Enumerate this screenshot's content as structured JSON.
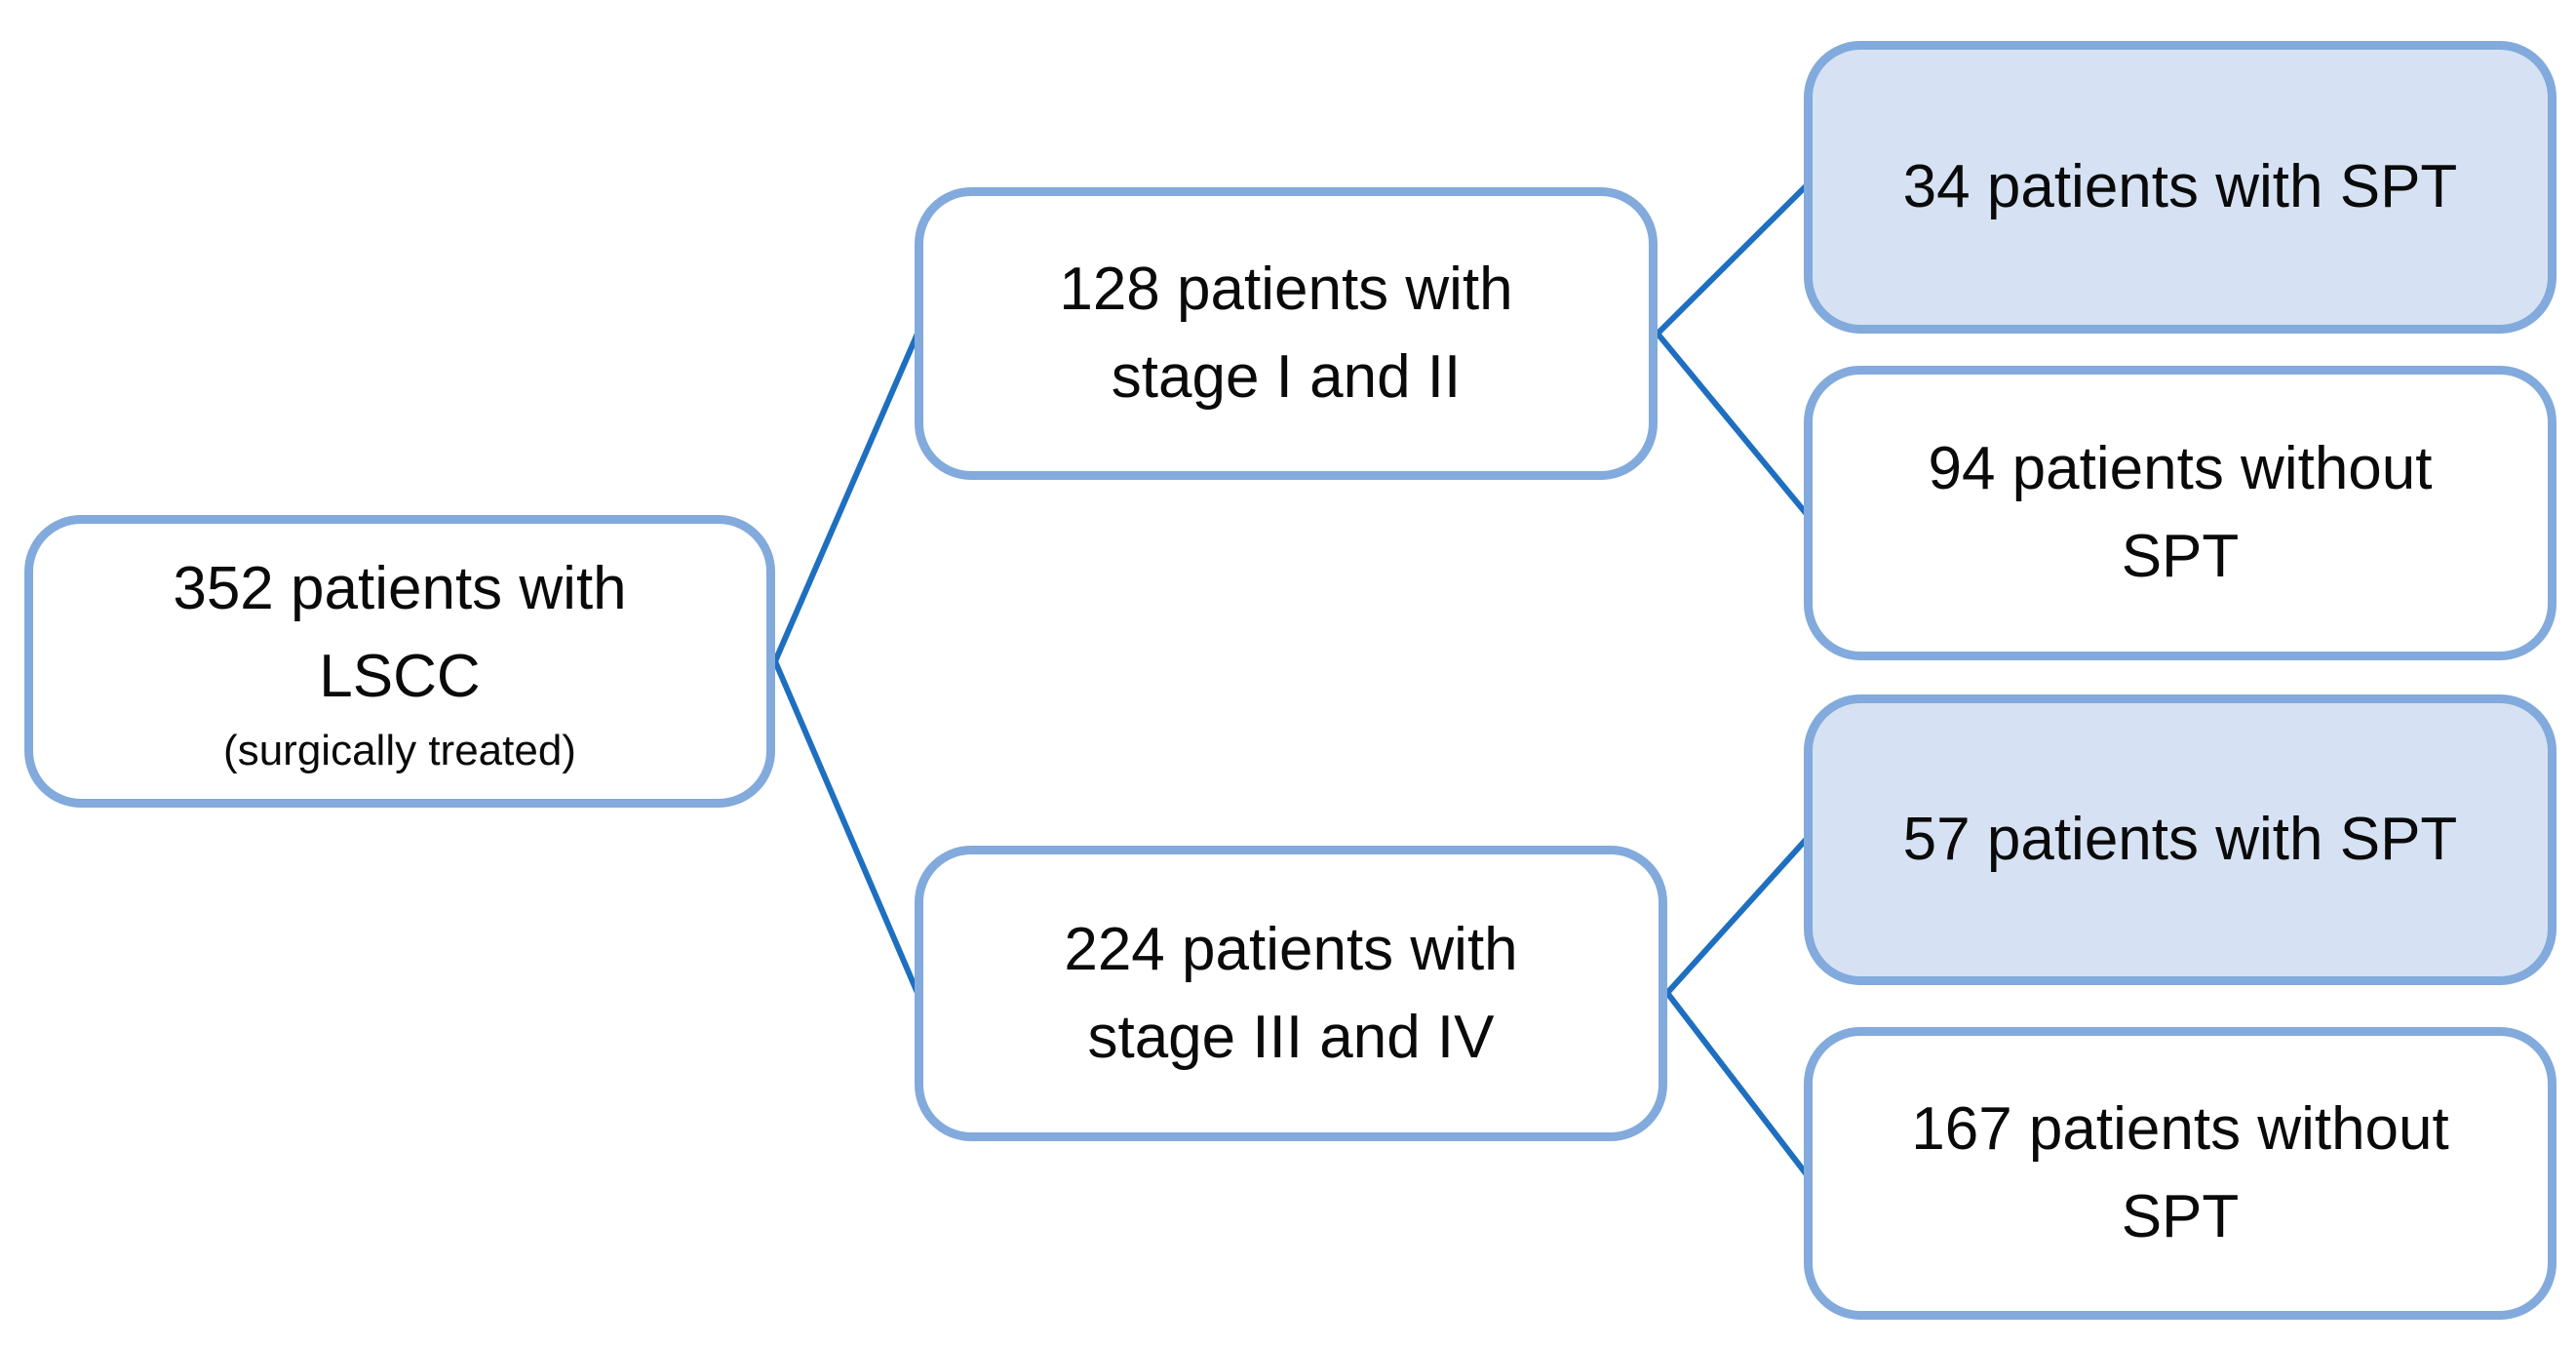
{
  "colors": {
    "canvas-bg": "#ffffff",
    "box-border": "#82aadc",
    "box-fill-plain": "#ffffff",
    "box-fill-highlight": "#d6e2f3",
    "connector": "#1e6fc0",
    "text": "#0a0a0a"
  },
  "diagram": {
    "type": "flowchart",
    "nodes": {
      "total": {
        "line1": "352 patients with",
        "line2": "LSCC",
        "note": "(surgically treated)",
        "highlighted": false
      },
      "stage12": {
        "line1": "128 patients with",
        "line2": "stage I and II",
        "highlighted": false
      },
      "stage34": {
        "line1": "224 patients with",
        "line2": "stage III and IV",
        "highlighted": false
      },
      "spt12": {
        "line1": "34 patients with SPT",
        "highlighted": true
      },
      "nospt12": {
        "line1": "94 patients without",
        "line2": "SPT",
        "highlighted": false
      },
      "spt34": {
        "line1": "57 patients with SPT",
        "highlighted": true
      },
      "nospt34": {
        "line1": "167 patients without",
        "line2": "SPT",
        "highlighted": false
      }
    },
    "edges": [
      {
        "from": "total",
        "to": "stage12"
      },
      {
        "from": "total",
        "to": "stage34"
      },
      {
        "from": "stage12",
        "to": "spt12"
      },
      {
        "from": "stage12",
        "to": "nospt12"
      },
      {
        "from": "stage34",
        "to": "spt34"
      },
      {
        "from": "stage34",
        "to": "nospt34"
      }
    ]
  }
}
